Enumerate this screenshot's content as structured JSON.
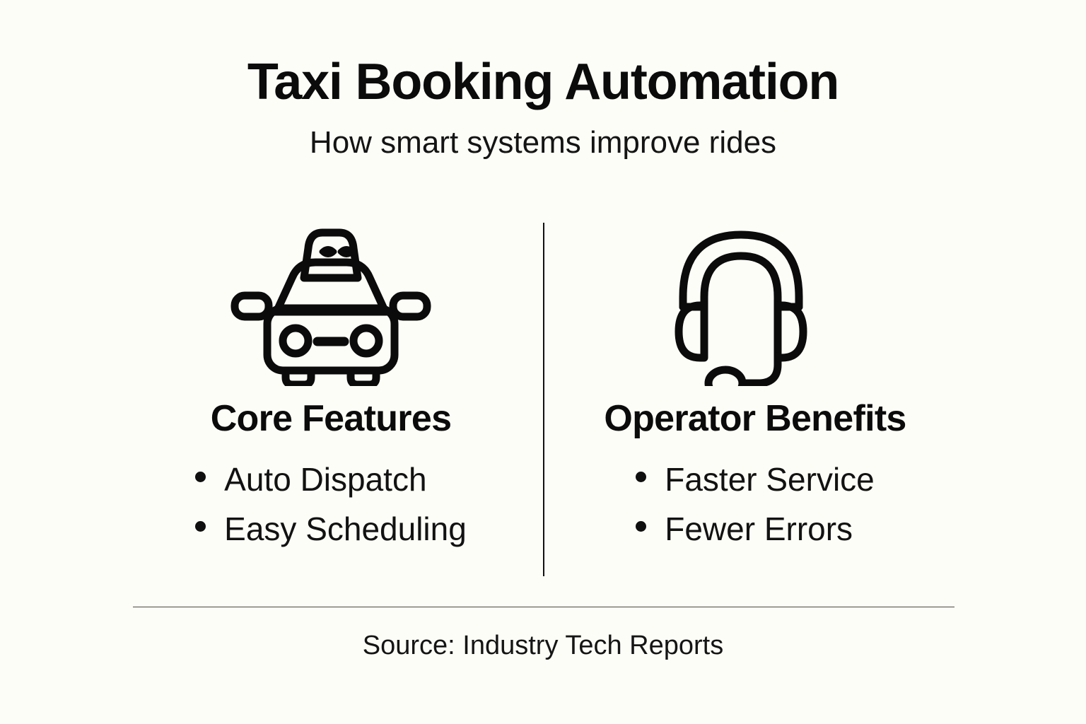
{
  "header": {
    "title": "Taxi Booking Automation",
    "subtitle": "How smart systems improve rides"
  },
  "columns": [
    {
      "icon": "taxi-front-icon",
      "heading": "Core Features",
      "bullets": [
        "Auto Dispatch",
        "Easy Scheduling"
      ]
    },
    {
      "icon": "headset-icon",
      "heading": "Operator Benefits",
      "bullets": [
        "Faster Service",
        "Fewer Errors"
      ]
    }
  ],
  "footer": {
    "source": "Source: Industry Tech Reports"
  },
  "colors": {
    "background": "#fdfdf7",
    "ink": "#0b0b0b",
    "rule": "#4a4a42",
    "divider": "#111111"
  }
}
